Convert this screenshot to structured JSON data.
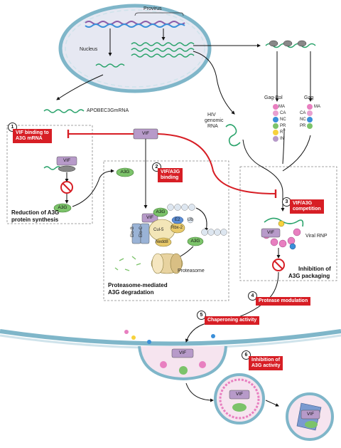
{
  "nucleus": {
    "provirus": "Provirus",
    "label": "Nucleus"
  },
  "mrna": {
    "label": "APOBEC3GmRNA"
  },
  "hiv_rna": {
    "line1": "HIV",
    "line2": "genomic",
    "line3": "RNA"
  },
  "gagpol": {
    "label": "Gag-Pol",
    "domains": [
      "MA",
      "CA",
      "NC",
      "PR",
      "RT",
      "IN"
    ]
  },
  "gag": {
    "label": "Gag",
    "domains": [
      "MA",
      "CA",
      "NC",
      "PR"
    ]
  },
  "vif": "VIF",
  "a3g": "A3G",
  "steps": [
    {
      "num": "1",
      "line1": "VIF binding to",
      "line2": "A3G mRNA"
    },
    {
      "num": "2",
      "line1": "VIF/A3G",
      "line2": "binding"
    },
    {
      "num": "3",
      "line1": "VIF/A3G",
      "line2": "competition"
    },
    {
      "num": "4",
      "line1": "Protease modulation",
      "line2": ""
    },
    {
      "num": "5",
      "line1": "Chaperoning activity",
      "line2": ""
    },
    {
      "num": "6",
      "line1": "Inhibition of",
      "line2": "A3G activity"
    }
  ],
  "outcomes": {
    "reduction": [
      "Reduction of A3G",
      "protein synthesis"
    ],
    "degradation": [
      "Proteasome-mediated",
      "A3G degradation"
    ],
    "packaging": [
      "Inhibition of",
      "A3G packaging"
    ]
  },
  "complex": {
    "elob": "Elo-B",
    "eloc": "Elo-C",
    "cul5": "Cul-5",
    "rbx2": "Rbx-2",
    "nedd8": "Nedd8",
    "e2": "E2",
    "ub": "Ub"
  },
  "proteasome": "Proteasome",
  "viral_rnp": "Viral RNP",
  "colors": {
    "red": "#d71e25",
    "membrane": "#7fb6c9",
    "nucleus_fill": "#e6e8f2",
    "a3g": "#7cc36a",
    "vif": "#b79ac9"
  }
}
